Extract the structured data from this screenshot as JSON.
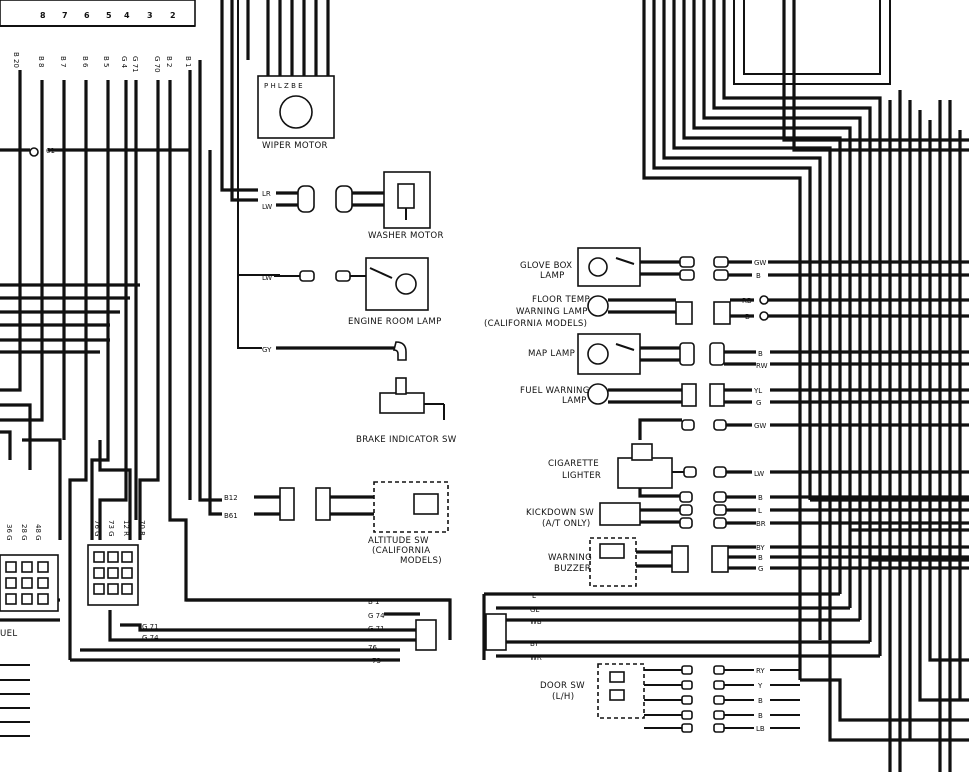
{
  "components": {
    "wiper_motor": "WIPER MOTOR",
    "wiper_pins": "P H L Z B E",
    "washer_motor": "WASHER MOTOR",
    "engine_room_lamp": "ENGINE ROOM LAMP",
    "brake_indicator_sw": "BRAKE INDICATOR SW",
    "altitude_sw": [
      "ALTITUDE SW",
      "(CALIFORNIA",
      "MODELS)"
    ],
    "glove_box_lamp": [
      "GLOVE BOX",
      "LAMP"
    ],
    "floor_temp_lamp": [
      "FLOOR TEMP",
      "WARNING LAMP",
      "(CALIFORNIA MODELS)"
    ],
    "map_lamp": "MAP LAMP",
    "fuel_warning_lamp": [
      "FUEL WARNING",
      "LAMP"
    ],
    "cigarette_lighter": [
      "CIGARETTE",
      "LIGHTER"
    ],
    "kickdown_sw": [
      "KICKDOWN SW",
      "(A/T ONLY)"
    ],
    "warning_buzzer": [
      "WARNING",
      "BUZZER"
    ],
    "door_sw": [
      "DOOR SW",
      "(L/H)"
    ],
    "fuel_partial": "UEL"
  },
  "wire_codes": {
    "top_numbers": [
      "8",
      "7",
      "6",
      "5",
      "4",
      "3",
      "2"
    ],
    "top_codes": [
      "B 20",
      "B 8",
      "B 7",
      "B 6",
      "B 5",
      "G 4",
      "G 71",
      "G 70",
      "B 2",
      "B 1"
    ],
    "left_mid": "61",
    "wiper_wires": [
      "LR",
      "LW"
    ],
    "engine_room_wire": "LW",
    "brake_wire": "GY",
    "altitude_wires": [
      "B12",
      "B61"
    ],
    "bottom_left_codes": [
      "36 G",
      "28 G",
      "48 G",
      "76 G",
      "73 G",
      "12 R",
      "70 R"
    ],
    "bottom_mid_codes": [
      "G 71",
      "G 74"
    ],
    "bottom_right_codes": [
      "B 1",
      "G 74",
      "G 71",
      "76",
      "73"
    ],
    "left_connector_codes": [
      "L",
      "GL",
      "WB",
      "BY",
      "WR"
    ],
    "glove_box_wires": [
      "GW",
      "B"
    ],
    "floor_temp_wires": [
      "RB",
      "B"
    ],
    "map_lamp_wires": [
      "B",
      "RW"
    ],
    "fuel_warning_wires": [
      "YL",
      "G"
    ],
    "cig_top_wire": "GW",
    "cig_wire": "LW",
    "kickdown_wires": [
      "B",
      "L",
      "BR"
    ],
    "buzzer_wires": [
      "BY",
      "B",
      "G"
    ],
    "door_sw_wires": [
      "RY",
      "Y",
      "B",
      "B",
      "LB"
    ]
  }
}
